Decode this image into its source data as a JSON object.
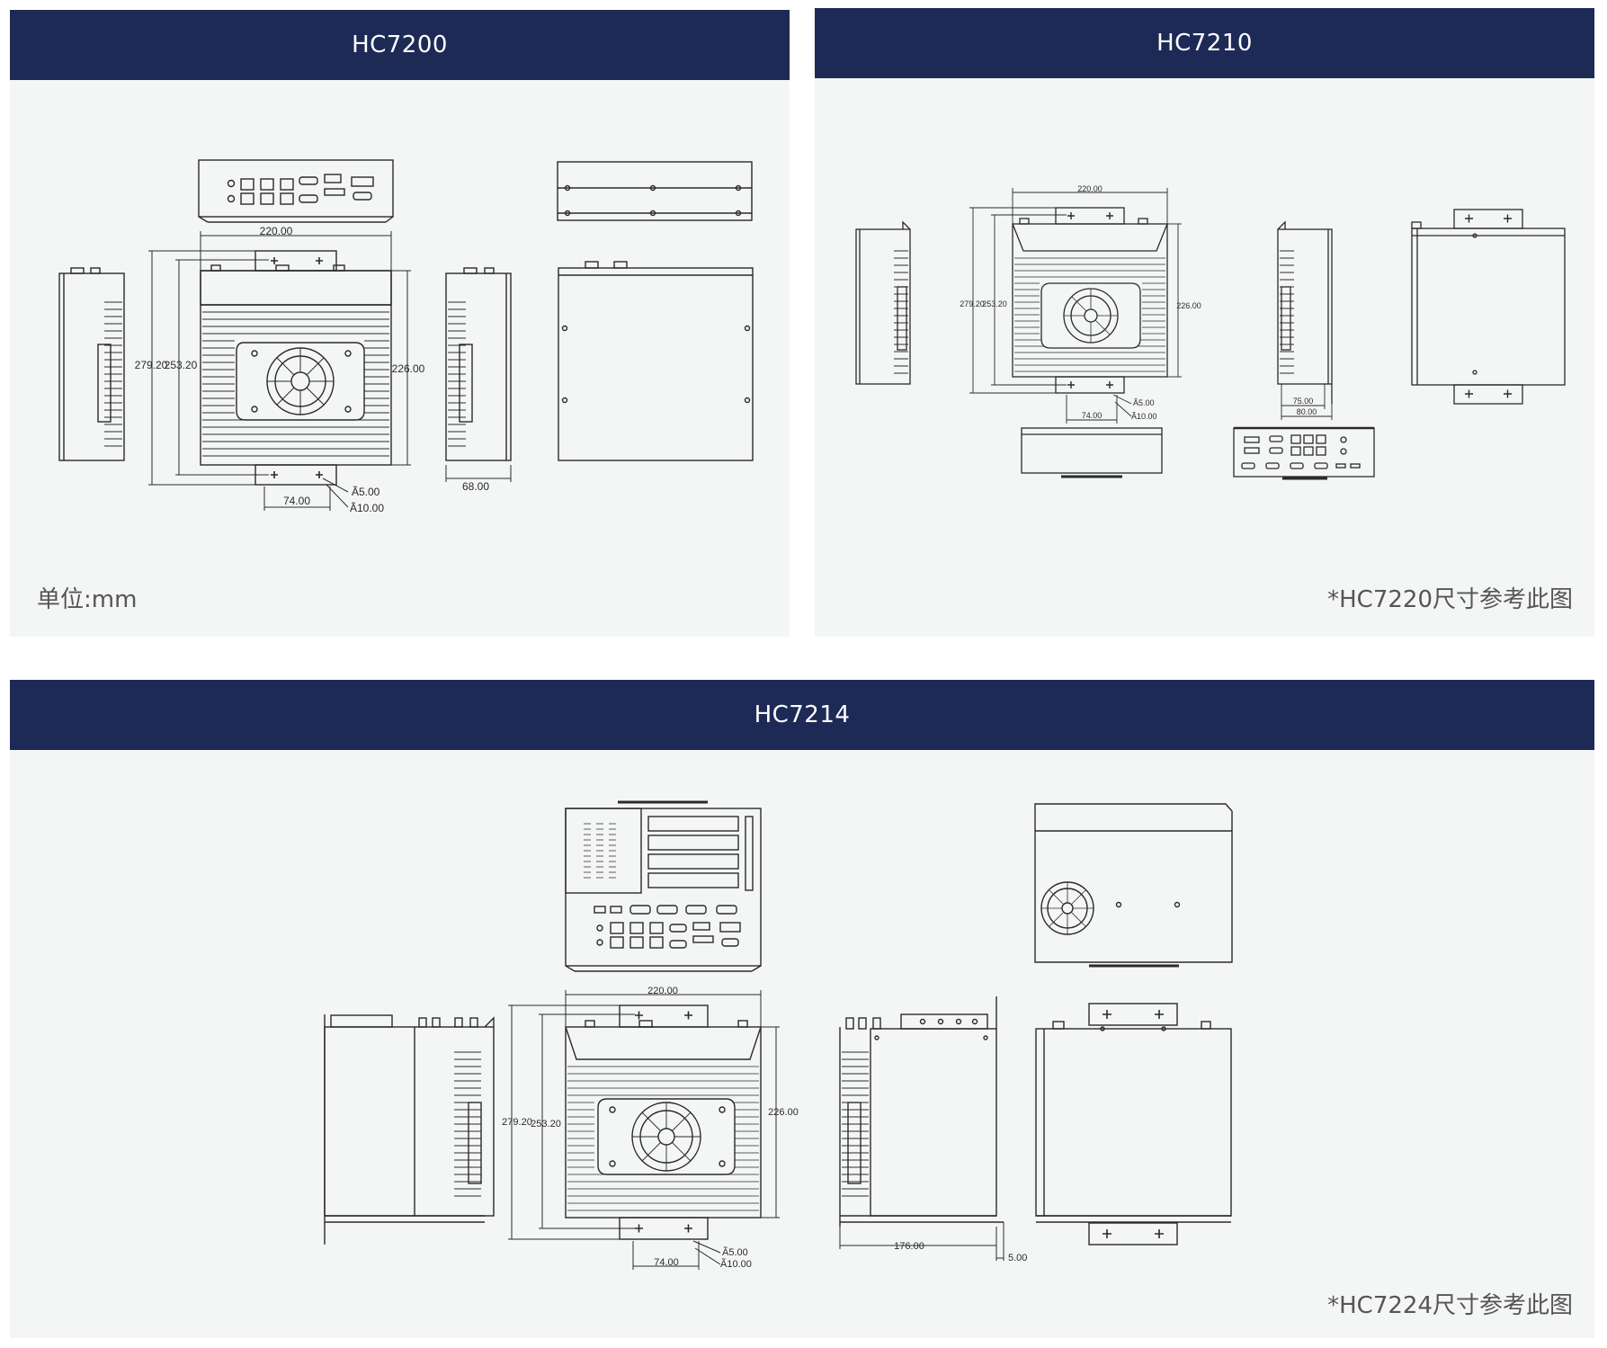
{
  "panels": {
    "hc7200": {
      "title": "HC7200",
      "note": "单位:mm",
      "dims": {
        "width": "220.00",
        "height_outer": "279.20",
        "height_inner": "253.20",
        "depth": "226.00",
        "mount_spacing": "74.00",
        "hole_small": "Ã5.00",
        "hole_large": "Ã10.00",
        "side_width": "68.00"
      }
    },
    "hc7210": {
      "title": "HC7210",
      "note": "*HC7220尺寸参考此图",
      "dims": {
        "width": "220.00",
        "height_outer": "279.20",
        "height_inner": "253.20",
        "depth": "226.00",
        "mount_spacing": "74.00",
        "hole_small": "Ã5.00",
        "hole_large": "Ã10.00",
        "side_a": "75.00",
        "side_b": "80.00"
      }
    },
    "hc7214": {
      "title": "HC7214",
      "note": "*HC7224尺寸参考此图",
      "dims": {
        "width": "220.00",
        "height_outer": "279.20",
        "height_inner": "253.20",
        "depth": "226.00",
        "mount_spacing": "74.00",
        "hole_small": "Ã5.00",
        "hole_large": "Ã10.00",
        "side_depth": "176.00",
        "side_offset": "5.00"
      }
    }
  },
  "colors": {
    "header": "#1e2a56",
    "panel": "#f4f6f5",
    "line": "#2a2a2a"
  }
}
